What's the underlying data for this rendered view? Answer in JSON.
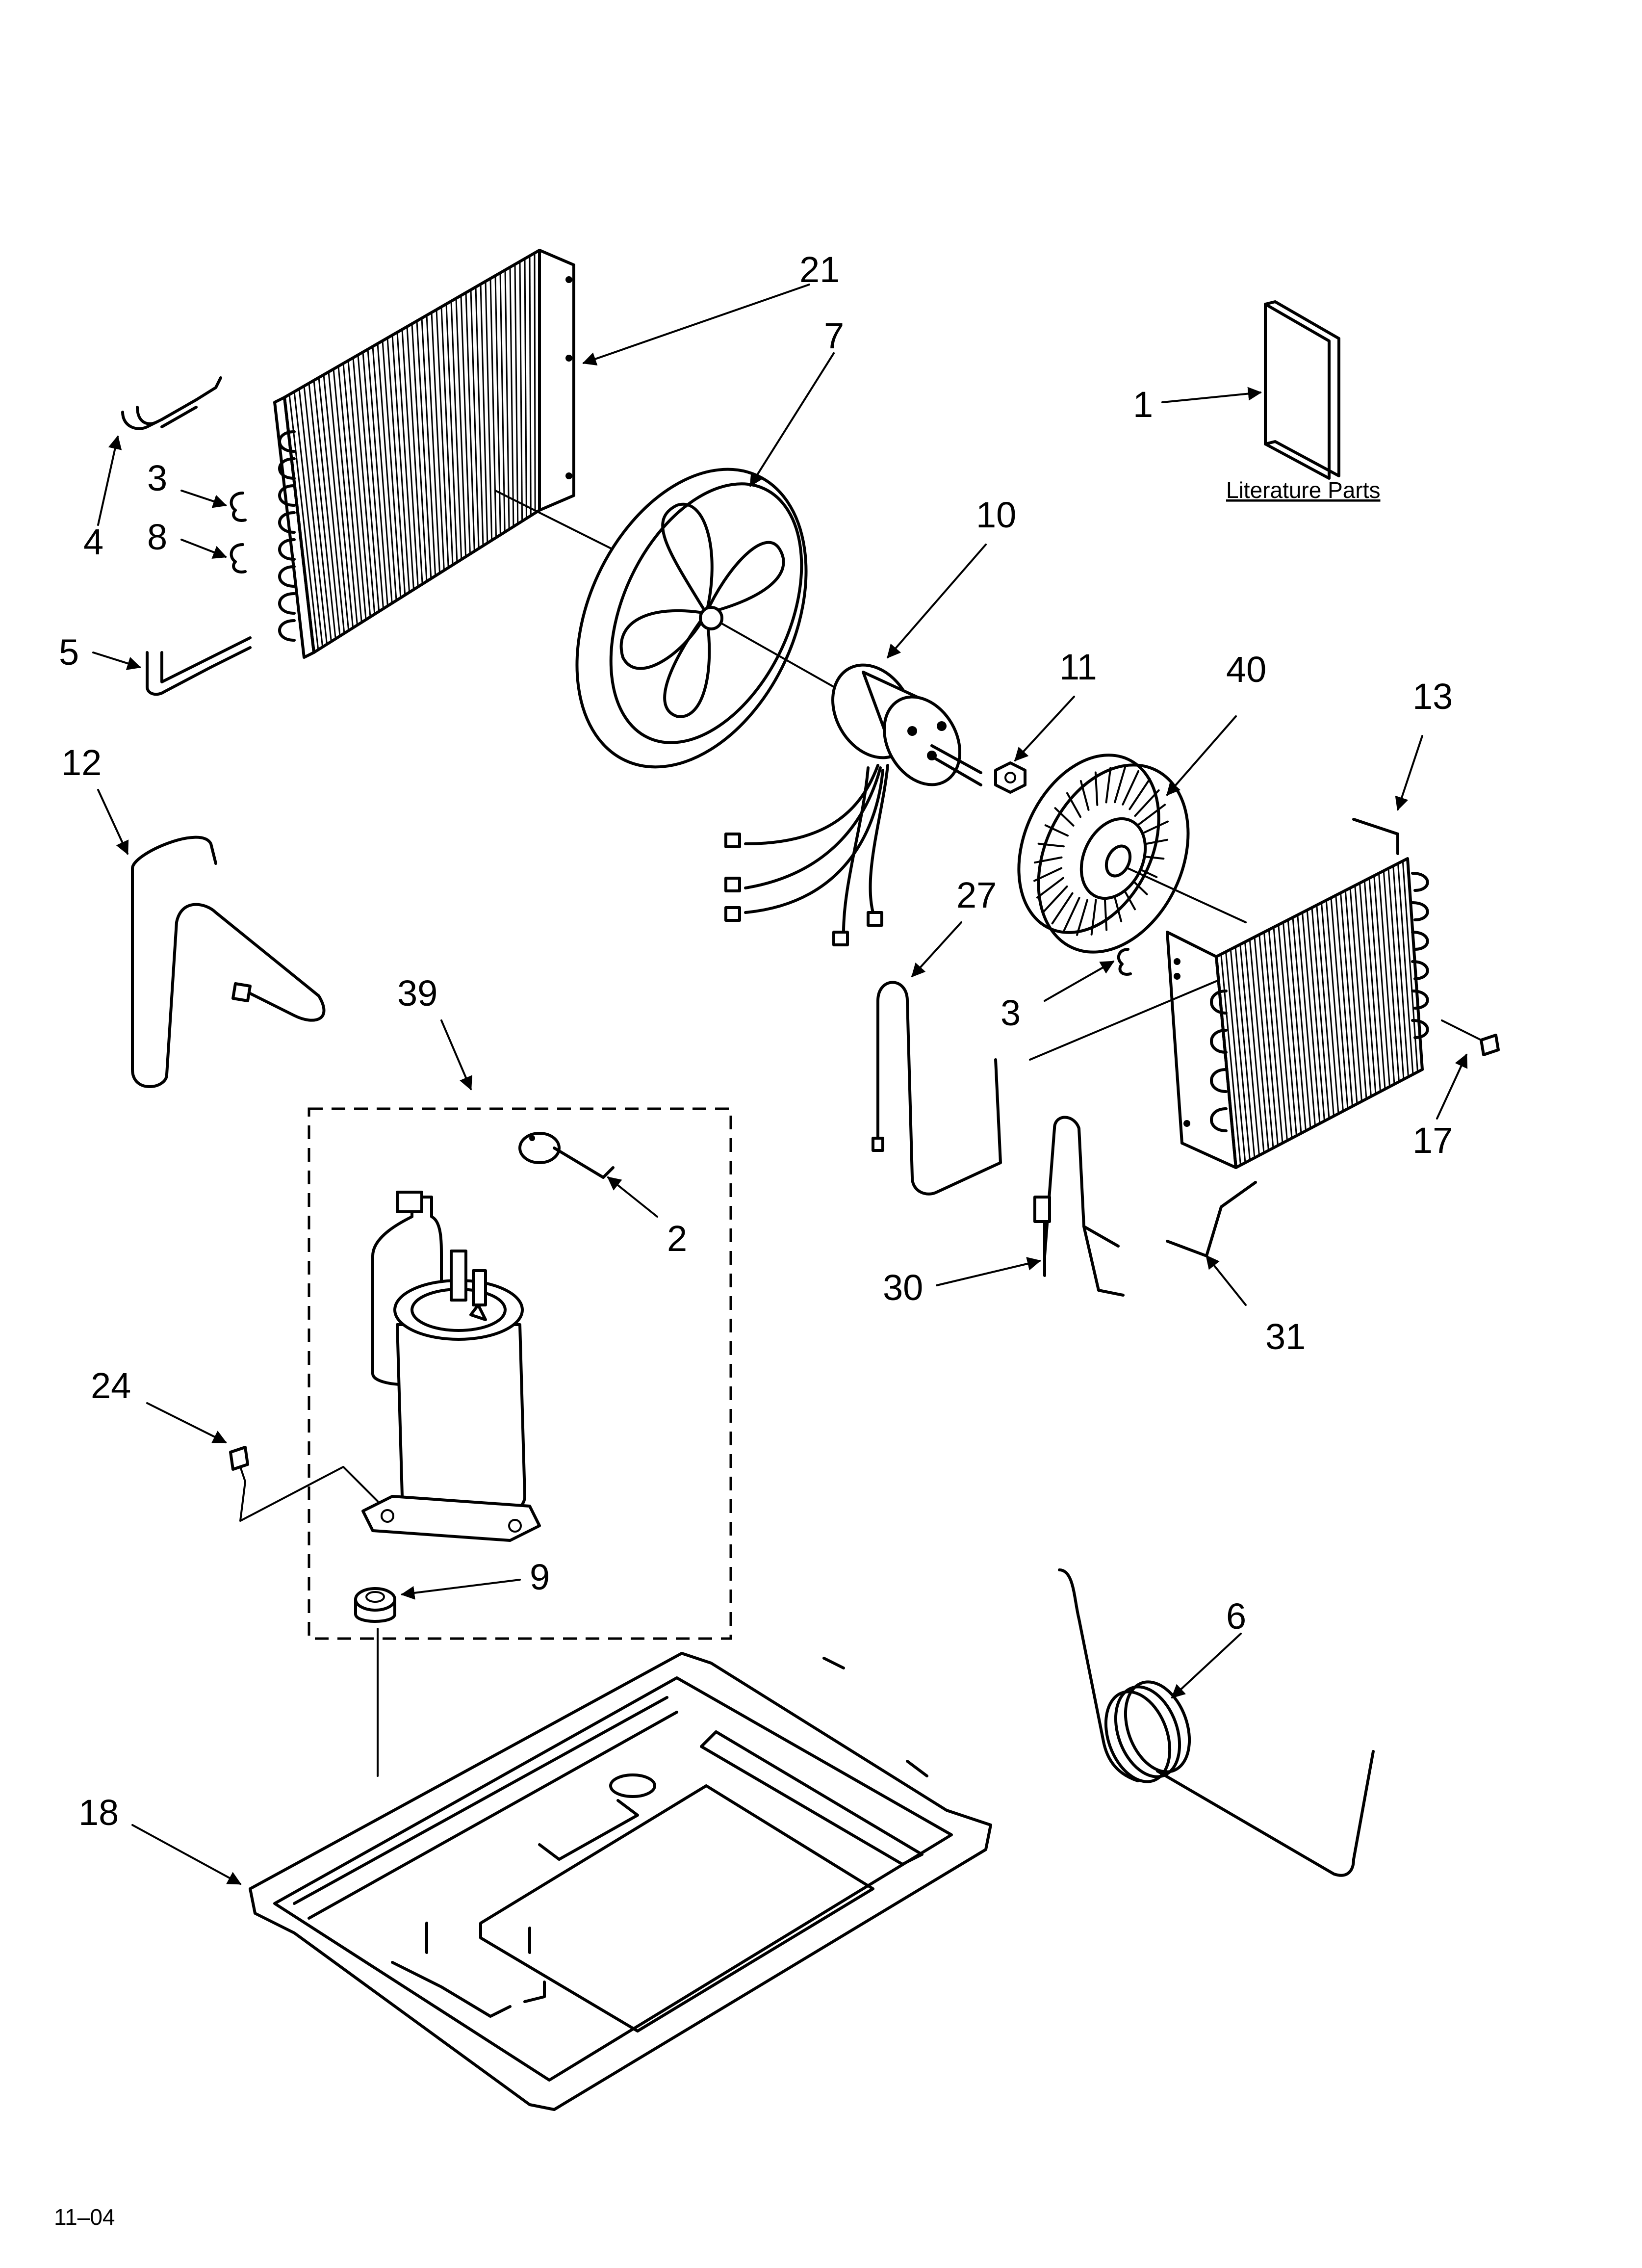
{
  "callouts": [
    {
      "id": "c1",
      "label": "1"
    },
    {
      "id": "c2",
      "label": "2"
    },
    {
      "id": "c3a",
      "label": "3"
    },
    {
      "id": "c3b",
      "label": "3"
    },
    {
      "id": "c4",
      "label": "4"
    },
    {
      "id": "c5",
      "label": "5"
    },
    {
      "id": "c6",
      "label": "6"
    },
    {
      "id": "c7",
      "label": "7"
    },
    {
      "id": "c8",
      "label": "8"
    },
    {
      "id": "c9",
      "label": "9"
    },
    {
      "id": "c10",
      "label": "10"
    },
    {
      "id": "c11",
      "label": "11"
    },
    {
      "id": "c12",
      "label": "12"
    },
    {
      "id": "c13",
      "label": "13"
    },
    {
      "id": "c17",
      "label": "17"
    },
    {
      "id": "c18",
      "label": "18"
    },
    {
      "id": "c21",
      "label": "21"
    },
    {
      "id": "c24",
      "label": "24"
    },
    {
      "id": "c27",
      "label": "27"
    },
    {
      "id": "c30",
      "label": "30"
    },
    {
      "id": "c31",
      "label": "31"
    },
    {
      "id": "c39",
      "label": "39"
    },
    {
      "id": "c40",
      "label": "40"
    }
  ],
  "literature_label": "Literature Parts",
  "footer_code": "11–04"
}
